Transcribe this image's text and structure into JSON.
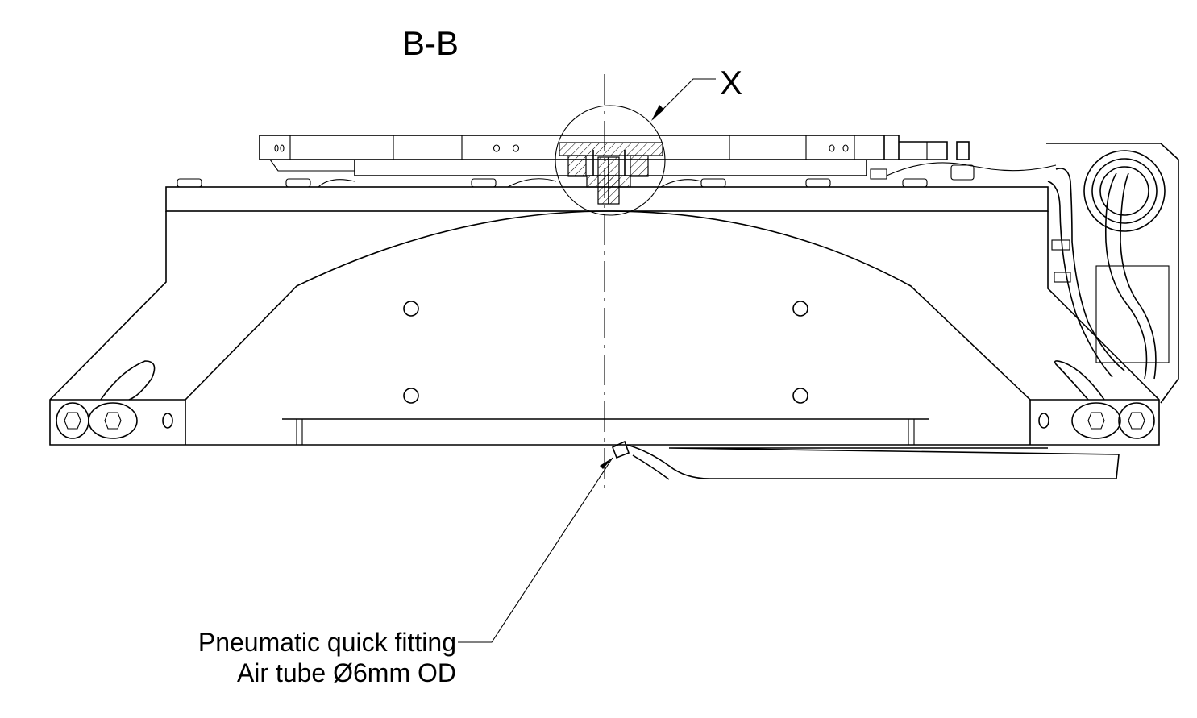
{
  "section_label": "B-B",
  "detail_callout": "X",
  "annotation": {
    "line1": "Pneumatic quick fitting",
    "line2": "Air tube Ø6mm OD"
  }
}
